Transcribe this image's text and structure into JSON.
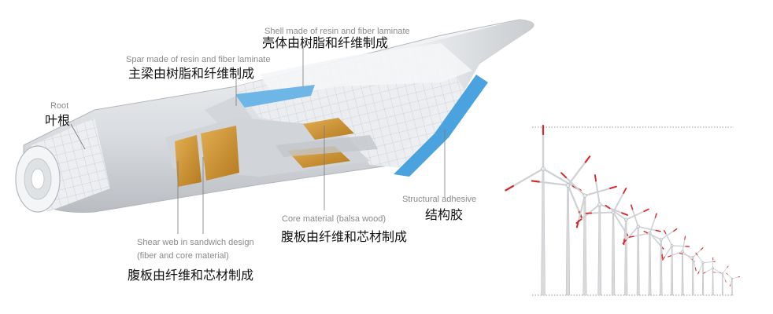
{
  "labels": {
    "root": {
      "en": "Root",
      "zh": "叶根"
    },
    "spar": {
      "en": "Spar made of resin and fiber laminate",
      "zh": "主梁由树脂和纤维制成"
    },
    "shell": {
      "en": "Shell made of resin and fiber laminate",
      "zh": "壳体由树脂和纤维制成"
    },
    "adhesive": {
      "en": "Structural adhesive",
      "zh": "结构胶"
    },
    "core": {
      "en": "Core material (balsa wood)",
      "zh": "腹板由纤维和芯材制成"
    },
    "shear_web": {
      "en_line1": "Shear web in sandwich design",
      "en_line2": "(fiber and core material)",
      "zh": "腹板由纤维和芯材制成"
    }
  },
  "colors": {
    "shell": "#e9ebee",
    "grid": "#c9cdd2",
    "adhesive": "#4aa3df",
    "balsa": "#c98f2e",
    "tower": "#d8dadc",
    "blade_tip": "#d9262b"
  },
  "wind_farm": {
    "turbine_count": 16
  }
}
